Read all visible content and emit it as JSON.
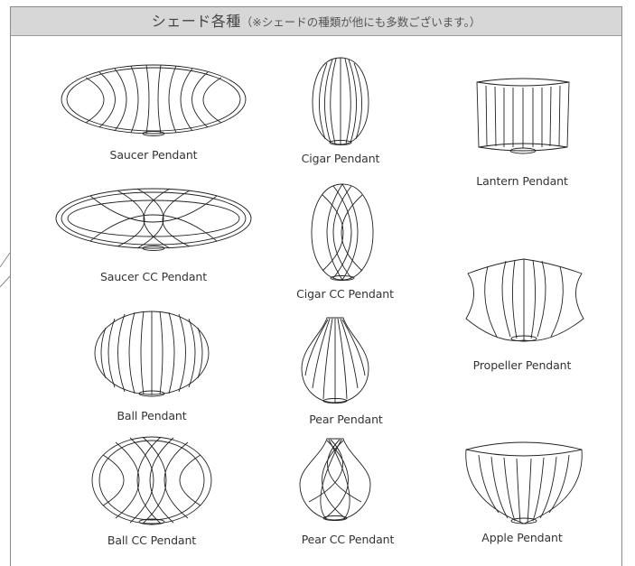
{
  "header": {
    "title": "シェード各種",
    "note": "（※シェードの種類が他にも多数ございます。）"
  },
  "shades": [
    {
      "id": "saucer",
      "label": "Saucer Pendant"
    },
    {
      "id": "saucer-cc",
      "label": "Saucer CC Pendant"
    },
    {
      "id": "ball",
      "label": "Ball Pendant"
    },
    {
      "id": "ball-cc",
      "label": "Ball CC Pendant"
    },
    {
      "id": "cigar",
      "label": "Cigar Pendant"
    },
    {
      "id": "cigar-cc",
      "label": "Cigar CC Pendant"
    },
    {
      "id": "pear",
      "label": "Pear Pendant"
    },
    {
      "id": "pear-cc",
      "label": "Pear CC Pendant"
    },
    {
      "id": "lantern",
      "label": "Lantern Pendant"
    },
    {
      "id": "propeller",
      "label": "Propeller Pendant"
    },
    {
      "id": "apple",
      "label": "Apple Pendant"
    }
  ]
}
